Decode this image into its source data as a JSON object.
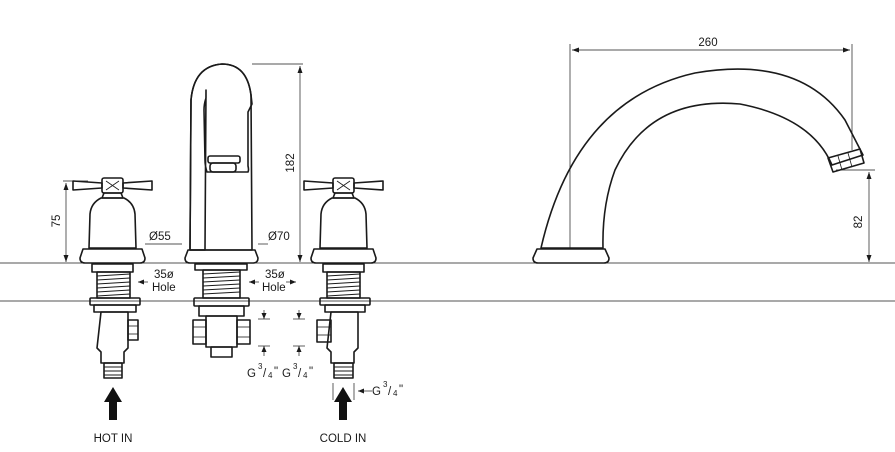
{
  "diagram": {
    "dimensions": {
      "spout_width": "260",
      "spout_height_side": "82",
      "spout_height_front": "182",
      "handle_height": "75",
      "base_diameter_handle": "Ø55",
      "base_diameter_spout": "Ø70",
      "hole_left": {
        "value": "35ø",
        "label": "Hole"
      },
      "hole_right": {
        "value": "35ø",
        "label": "Hole"
      },
      "thread_left": {
        "main": "G",
        "num": "3",
        "den": "4",
        "tail": "\""
      },
      "thread_mid": {
        "main": "G",
        "num": "3",
        "den": "4",
        "tail": "\""
      },
      "thread_right": {
        "main": "G",
        "num": "3",
        "den": "4",
        "tail": "\""
      }
    },
    "labels": {
      "hot_in": "HOT IN",
      "cold_in": "COLD IN"
    },
    "colors": {
      "line": "#1a1a1a",
      "background": "#ffffff"
    }
  }
}
